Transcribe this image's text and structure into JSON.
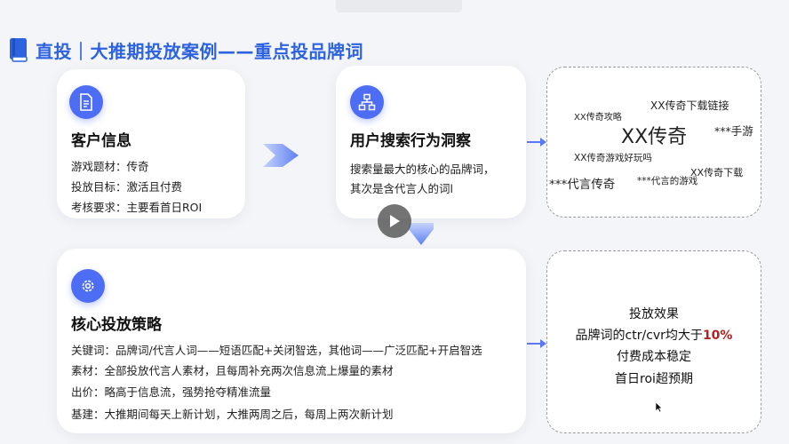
{
  "header": {
    "title": "直投｜大推期投放案例——重点投品牌词"
  },
  "customer_card": {
    "title": "客户信息",
    "lines": [
      "游戏题材：传奇",
      "投放目标：激活且付费",
      "考核要求：主要看首日ROI"
    ]
  },
  "insight_card": {
    "title": "用户搜索行为洞察",
    "lines": [
      "搜索量最大的核心的品牌词，",
      "其次是含代言人的词l"
    ]
  },
  "keyword_cloud": {
    "words": [
      "XX传奇下载链接",
      "XX传奇攻略",
      "XX传奇",
      "***手游",
      "XX传奇游戏好玩吗",
      "XX传奇下载",
      "***代言传奇",
      "***代言的游戏"
    ]
  },
  "strategy_card": {
    "title": "核心投放策略",
    "lines": [
      "关键词：品牌词/代言人词——短语匹配+关闭智选，其他词——广泛匹配+开启智选",
      "素材：全部投放代言人素材，且每周补充两次信息流上爆量的素材",
      "出价：略高于信息流，强势抢夺精准流量",
      "基建：大推期间每天上新计划，大推两周之后，每周上两次新计划"
    ]
  },
  "effect_card": {
    "title": "投放效果",
    "line1_prefix": "品牌词的ctr/cvr均大于",
    "line1_highlight": "10%",
    "line2": "付费成本稳定",
    "line3": "首日roi超预期"
  },
  "colors": {
    "accent": "#2d62e0",
    "icon_bg": "#4e6df5",
    "highlight": "#b42020"
  }
}
